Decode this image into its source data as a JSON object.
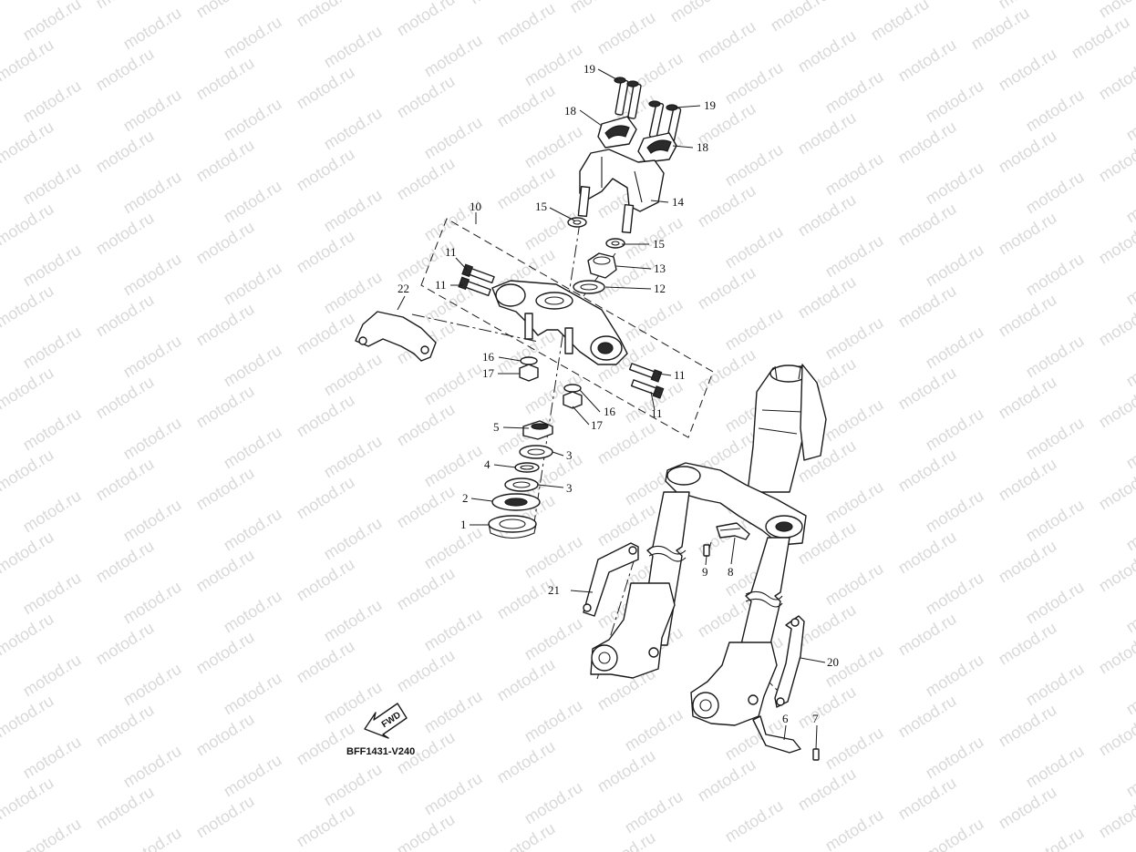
{
  "watermark": "motod.ru",
  "diagram_code": "BFF1431-V240",
  "fwd_label": "FWD",
  "callouts": {
    "c1": "1",
    "c2": "2",
    "c3a": "3",
    "c3b": "3",
    "c4": "4",
    "c5": "5",
    "c6": "6",
    "c7": "7",
    "c8": "8",
    "c9": "9",
    "c10": "10",
    "c11a": "11",
    "c11b": "11",
    "c11c": "11",
    "c11d": "11",
    "c12": "12",
    "c13": "13",
    "c14": "14",
    "c15a": "15",
    "c15b": "15",
    "c16a": "16",
    "c16b": "16",
    "c17a": "17",
    "c17b": "17",
    "c18a": "18",
    "c18b": "18",
    "c19a": "19",
    "c19b": "19",
    "c20": "20",
    "c21": "21",
    "c22": "22"
  }
}
